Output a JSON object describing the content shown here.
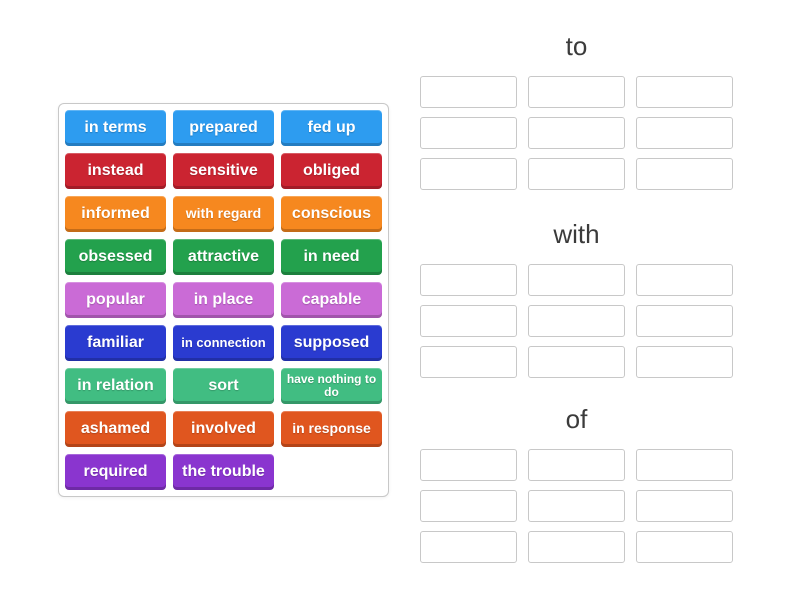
{
  "colors": {
    "blue": "#2d9cf0",
    "red": "#cb2431",
    "orange": "#f6881f",
    "green": "#23a14d",
    "orchid": "#ca6bd6",
    "royal": "#2a3bd0",
    "emerald": "#41bd82",
    "vermilion": "#e0561f",
    "violet": "#8a35cf"
  },
  "tray": {
    "tiles": [
      {
        "label": "in terms"
      },
      {
        "label": "prepared"
      },
      {
        "label": "fed up"
      },
      {
        "label": "instead"
      },
      {
        "label": "sensitive"
      },
      {
        "label": "obliged"
      },
      {
        "label": "informed"
      },
      {
        "label": "with regard"
      },
      {
        "label": "conscious"
      },
      {
        "label": "obsessed"
      },
      {
        "label": "attractive"
      },
      {
        "label": "in need"
      },
      {
        "label": "popular"
      },
      {
        "label": "in place"
      },
      {
        "label": "capable"
      },
      {
        "label": "familiar"
      },
      {
        "label": "in connection"
      },
      {
        "label": "supposed"
      },
      {
        "label": "in relation"
      },
      {
        "label": "sort"
      },
      {
        "label": "have nothing to do"
      },
      {
        "label": "ashamed"
      },
      {
        "label": "involved"
      },
      {
        "label": "in response"
      },
      {
        "label": "required"
      },
      {
        "label": "the trouble"
      }
    ]
  },
  "groups": [
    {
      "label": "to"
    },
    {
      "label": "with"
    },
    {
      "label": "of"
    }
  ]
}
